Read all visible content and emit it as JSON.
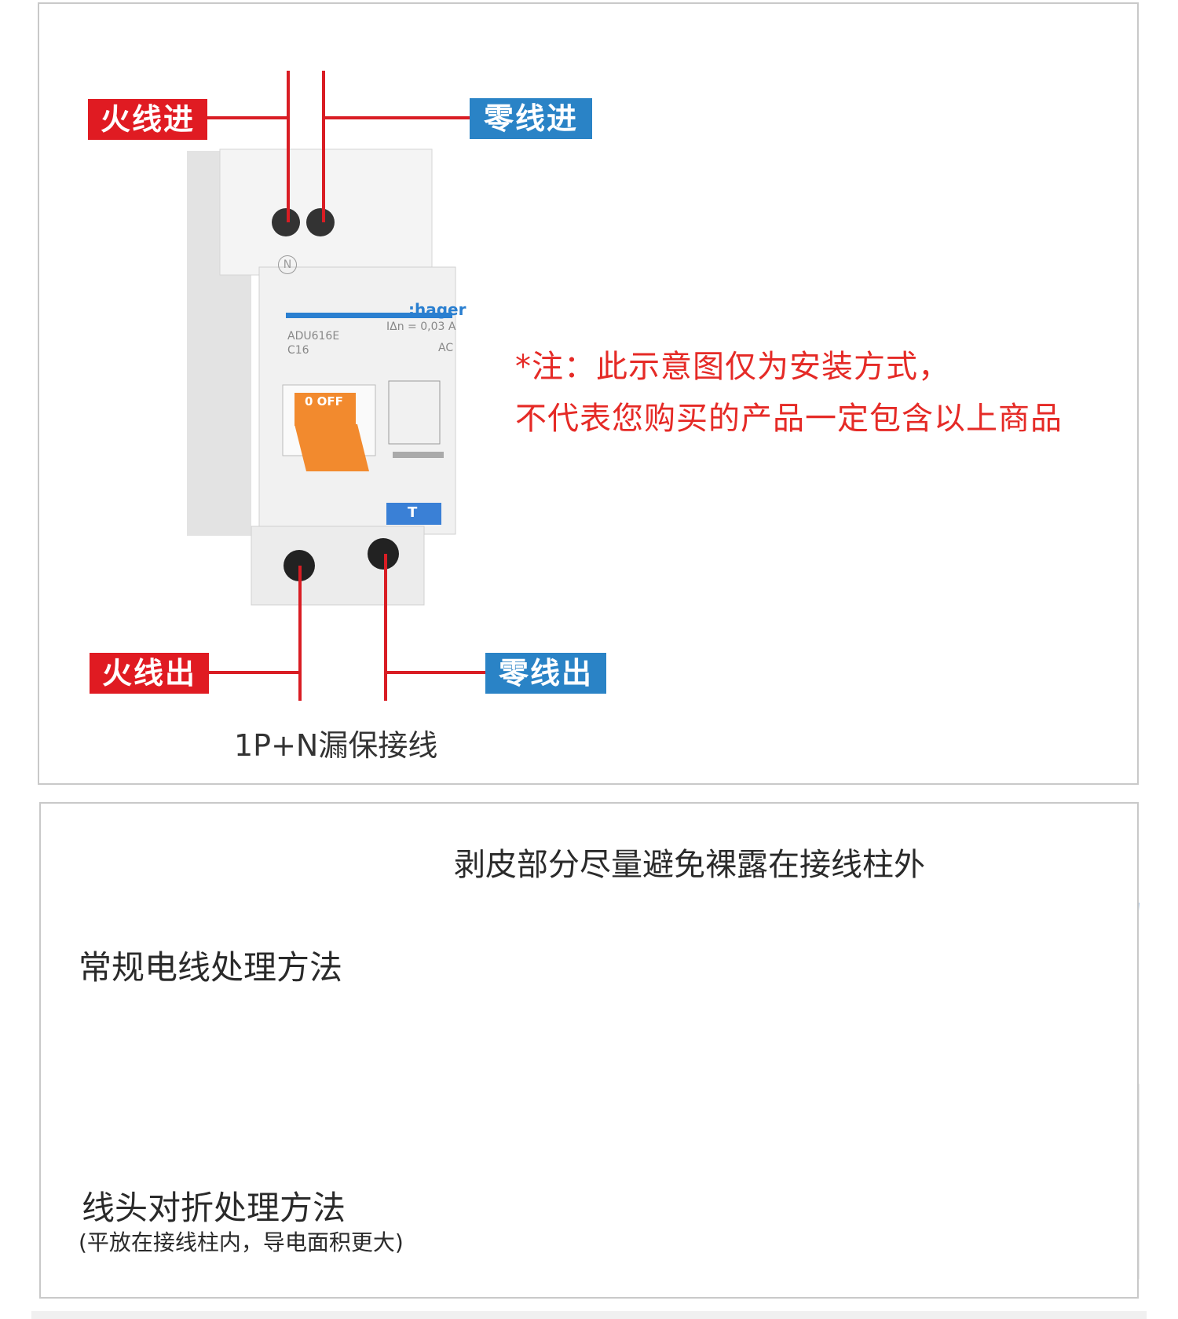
{
  "top_panel": {
    "live_in": "火线进",
    "neutral_in": "零线进",
    "live_out": "火线出",
    "neutral_out": "零线出",
    "note_line1": "*注：此示意图仅为安装方式，",
    "note_line2": "不代表您购买的产品一定包含以上商品",
    "caption": "1P+N漏保接线",
    "device": {
      "brand": ":hager",
      "model": "ADU616E",
      "rating": "C16",
      "sensitivity": "IΔn = 0,03 A",
      "type": "AC",
      "switch_label": "0 OFF",
      "n_mark": "N",
      "test_label": "T"
    }
  },
  "bottom_panel": {
    "title": "剥皮部分尽量避免裸露在接线柱外",
    "normal_method": "常规电线处理方法",
    "fold_method": "线头对折处理方法",
    "fold_note": "(平放在接线柱内，导电面积更大)"
  },
  "colors": {
    "red_label": "#e01b22",
    "blue_label": "#2a83c6",
    "note_red": "#e52a26",
    "switch_orange": "#f28a2e",
    "check_green": "#2bb02b",
    "cross_red": "#e8322b"
  }
}
